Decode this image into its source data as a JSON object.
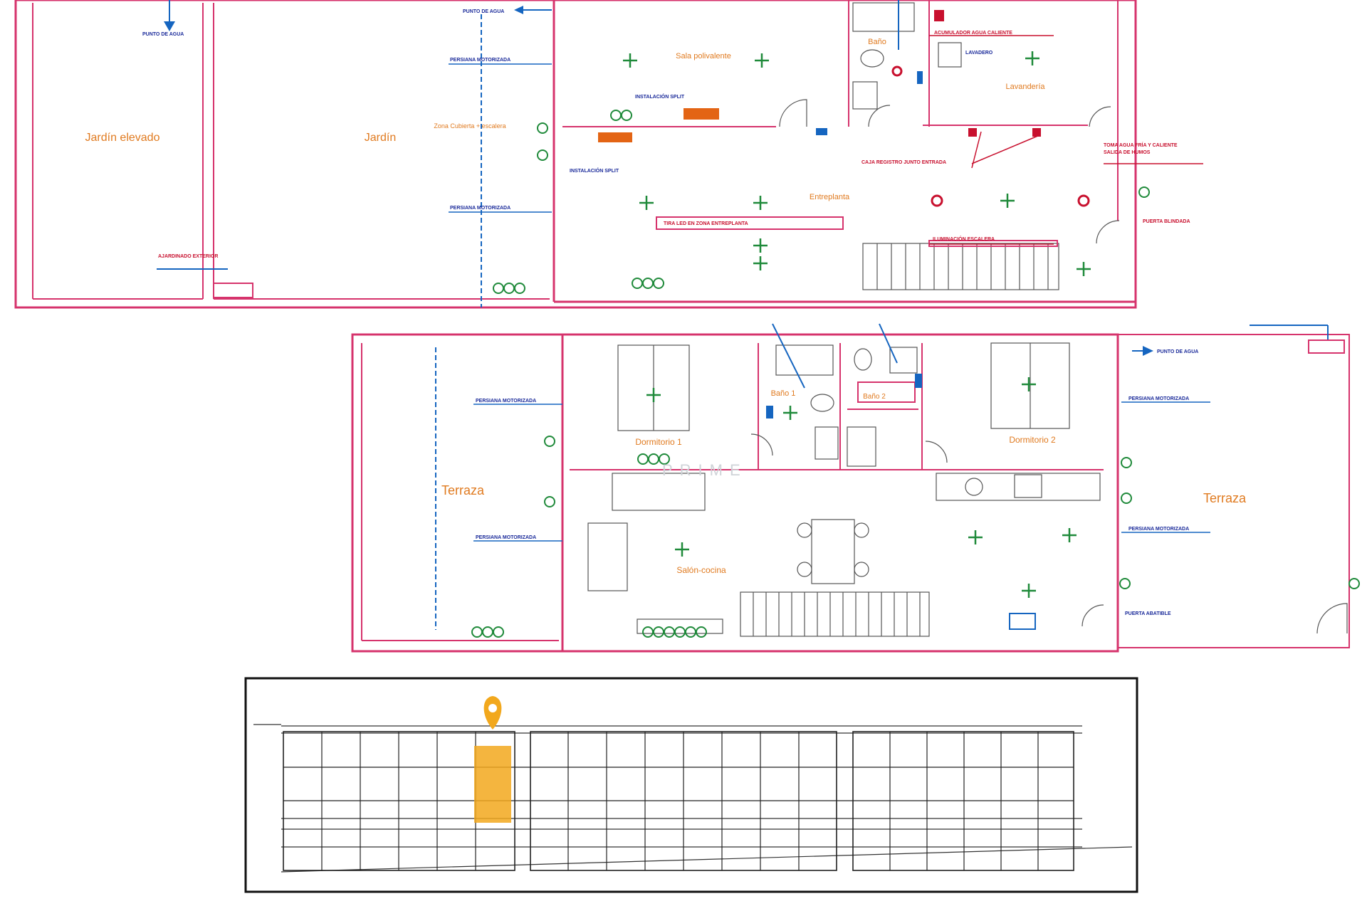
{
  "ground_floor": {
    "rooms": {
      "jardin_elevado": "Jardín elevado",
      "jardin": "Jardín",
      "zona_cubierta": "Zona Cubierta + escalera",
      "sala_polivalente": "Sala polivalente",
      "bano": "Baño",
      "lavanderia": "Lavandería",
      "entreplanta": "Entreplanta"
    },
    "notes": {
      "punto_agua_top": "PUNTO DE AGUA",
      "punto_agua_left": "PUNTO DE AGUA",
      "persiana_1": "PERSIANA MOTORIZADA",
      "persiana_2": "PERSIANA MOTORIZADA",
      "instalacion_split_1": "INSTALACIÓN SPLIT",
      "instalacion_split_2": "INSTALACIÓN SPLIT",
      "acumulador": "ACUMULADOR AGUA CALIENTE",
      "lavadero": "LAVADERO",
      "toma_agua": "TOMA AGUA FRÍA Y CALIENTE",
      "salida_humos": "SALIDA DE HUMOS",
      "puerta_blindada": "PUERTA BLINDADA",
      "caja_registro": "CAJA REGISTRO JUNTO ENTRADA",
      "tira_led": "TIRA LED EN ZONA ENTREPLANTA",
      "iluminacion_escalera": "ILUMINACIÓN ESCALERA",
      "ajardinado": "AJARDINADO EXTERIOR"
    }
  },
  "first_floor": {
    "rooms": {
      "terraza_left": "Terraza",
      "terraza_right": "Terraza",
      "dormitorio_1": "Dormitorio 1",
      "dormitorio_2": "Dormitorio 2",
      "bano_1": "Baño 1",
      "bano_2": "Baño 2",
      "salon_cocina": "Salón-cocina"
    },
    "notes": {
      "punto_agua": "PUNTO DE AGUA",
      "persiana_1": "PERSIANA MOTORIZADA",
      "persiana_2": "PERSIANA MOTORIZADA",
      "persiana_3": "PERSIANA MOTORIZADA",
      "persiana_4": "PERSIANA MOTORIZADA",
      "puerta_abatible": "PUERTA ABATIBLE"
    }
  },
  "watermark": "PRIME",
  "site_plan": {
    "highlight_color": "#f2a81d",
    "pin_color": "#f2a81d",
    "marker_icon": "location-pin-icon"
  },
  "colors": {
    "walls": "#d6336c",
    "labels": "#e07a1f",
    "plumbing": "#1565c0",
    "electric": "#1f8a3a"
  }
}
